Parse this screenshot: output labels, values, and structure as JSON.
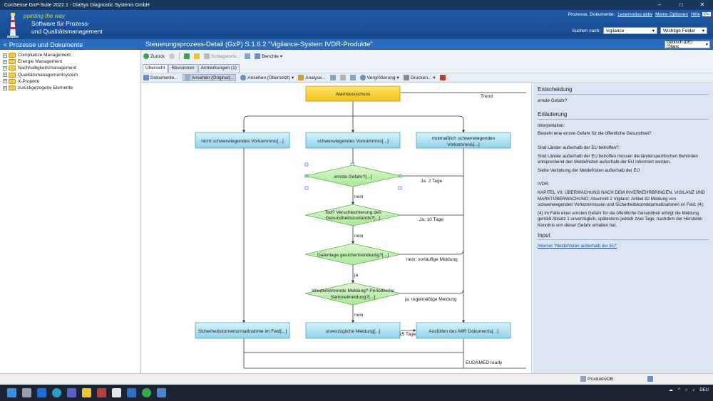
{
  "window": {
    "title": "ConSense GxP-Suite 2022.1 - DiaSys Diagnostic Systems GmbH"
  },
  "banner": {
    "tagline": "pointing the way",
    "product_line1": "Software für Prozess-",
    "product_line2": "und Qualitätsmanagement",
    "top_text": "Prozesse, Dokumente:",
    "link_readmode": "Lesemodus aktiv",
    "link_options": "Meine Optionen",
    "link_help": "Hilfe",
    "lang_badge": "DE",
    "search_label": "Suchen nach:",
    "search_value": "vigilance",
    "search_scope": "Wichtige Felder"
  },
  "nav": {
    "back_label": "< Prozesse und Dokumente",
    "page_title": "Steuerungsprozess-Detail (GxP) S.1.6.2 \"Vigilance-System IVDR-Produkte\"",
    "language": "Deutsch (DE) (Stanc"
  },
  "sidebar": {
    "items": [
      "Compliance Management",
      "Energie Management",
      "Nachhaltigkeitsmanagement",
      "Qualitätsmanagementsystem",
      "X-Projekte",
      "zurückgezogene Elemente"
    ]
  },
  "toolbar1": {
    "back": "Zurück",
    "keywords": "Schlagworte...",
    "reports": "Berichte"
  },
  "tabs": [
    "Übersicht",
    "Revisionen",
    "Anmerkungen (1)"
  ],
  "toolbar2": {
    "documents": "Dokumente...",
    "view_original": "Ansehen (Original)...",
    "view_translated": "Ansehen (Übersetzt)",
    "analysis": "Analyse...",
    "zoom": "Vergrößerung",
    "print": "Drucken..."
  },
  "diagram": {
    "nodes": {
      "alarm": "Alarmausschuss",
      "not_serious": "nicht schwerwiegendes Vorkommnis[...]",
      "serious": "schwerwiegendes Vorkommnis[...]",
      "suspected_1": "mutmaßlich schwerwiegendes",
      "suspected_2": "Vorkommnis[...]",
      "d1": "ernste Gefahr?[...]",
      "d2_1": "Tod? Verschlechterung des",
      "d2_2": "Gesundheitszustands?[...]",
      "d3": "Datenlage gesichert/eindeutig?[...]",
      "d4_1": "Wiederkehrende Meldung?   Periodische",
      "d4_2": "Sammelmeldung?[...]",
      "safety": "Sicherheitskorrekturmaßnahme im Feld[...]",
      "immediate": "unverzügliche Meldung[...]",
      "mir": "Ausfüllen des MIR Dokuments[...]"
    },
    "labels": {
      "trend": "Trend",
      "ja2": "Ja: 2 Tage",
      "nein1": "nein",
      "ja10": "Ja: 10 Tage",
      "nein2": "nein",
      "prelim": "nein: vorläufige Meldung",
      "ja": "ja",
      "regular": "ja: regelmäßige Meldung",
      "nein3": "nein",
      "days15": "15 Tage",
      "eudamed": "EUDAMED ready"
    }
  },
  "panel": {
    "h_decision": "Entscheidung",
    "decision": "ernste Gefahr?",
    "h_explanation": "Erläuterung",
    "interp_label": "Interpretation:",
    "interp_text": "Besteht eine ernste Gefahr für die öffentliche Gesundheit?",
    "q_outside": "Sind Länder außerhalb der EU betroffen?:",
    "a_outside": "Sind Länder außerhalb der EU betroffen müssen die länderspezifischen Behörden entsprechend den Meldefristen außerhalb der EU informiert werden.",
    "see_link": "Siehe Verlinkung der Meldefristen außerhalb der EU",
    "ivdr_label": "IVDR:",
    "ivdr_text": "KAPITEL VII: ÜBERWACHUNG NACH DEM INVERKEHRBRINGEN, VIGILANZ UND MARKTÜBERWACHUNG; Abschnitt 2 Vigilanz;  Artikel 82 Meldung von schwerwiegenden Vorkommnissen und Sicherheitskorrekturmaßnahmen im Feld; (4):",
    "ivdr_para": "(4) Im Falle einer ernsten Gefahr für die öffentliche Gesundheit erfolgt die Meldung gemäß Absatz 1 unverzüglich, spätestens jedoch zwei Tage, nachdem der Hersteller Kenntnis von dieser Gefahr erhalten hat.",
    "h_input": "Input",
    "input_link": "Internet \"Meldefristen außerhalb der EU\""
  },
  "status": {
    "db": "ProduktivDB"
  },
  "tray": {
    "lang": "DEU"
  }
}
